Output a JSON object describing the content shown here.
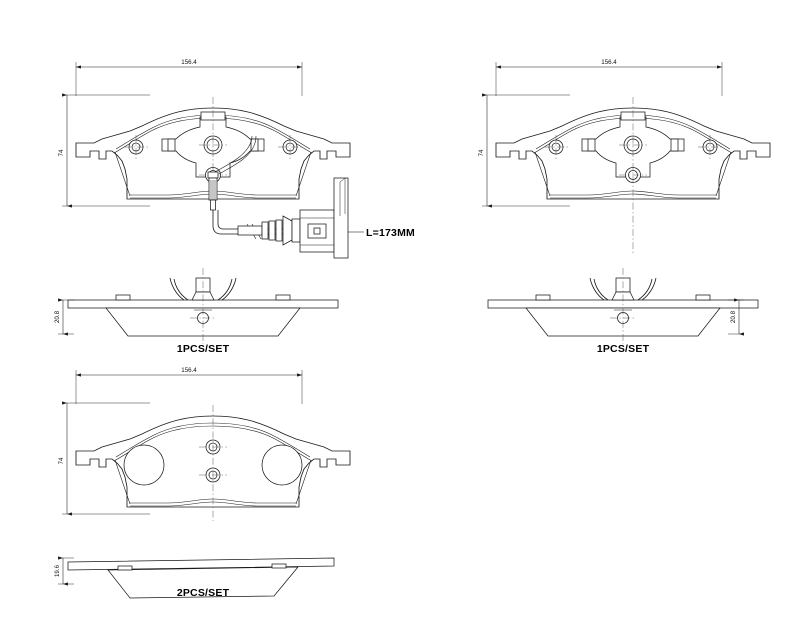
{
  "drawing": {
    "background": "#ffffff",
    "line_color": "#1a1a1a",
    "type": "engineering-drawing",
    "subject": "disc brake pad set"
  },
  "views": {
    "top_left": {
      "name": "front-view-with-wear-sensor",
      "width_dim": "156.4",
      "height_dim": "74",
      "sensor_label": "L=173MM"
    },
    "top_right": {
      "name": "front-view-plain",
      "width_dim": "156.4",
      "height_dim": "74"
    },
    "mid_left": {
      "name": "side-profile-with-clip",
      "thickness_dim": "20.8",
      "qty_label": "1PCS/SET"
    },
    "mid_right": {
      "name": "side-profile-with-clip",
      "thickness_dim": "20.8",
      "qty_label": "1PCS/SET"
    },
    "bottom_left": {
      "name": "front-view-rear-pad",
      "width_dim": "156.4",
      "height_dim": "74"
    },
    "bottom_left_side": {
      "name": "side-profile-flat",
      "thickness_dim": "19.6",
      "qty_label": "2PCS/SET"
    }
  }
}
